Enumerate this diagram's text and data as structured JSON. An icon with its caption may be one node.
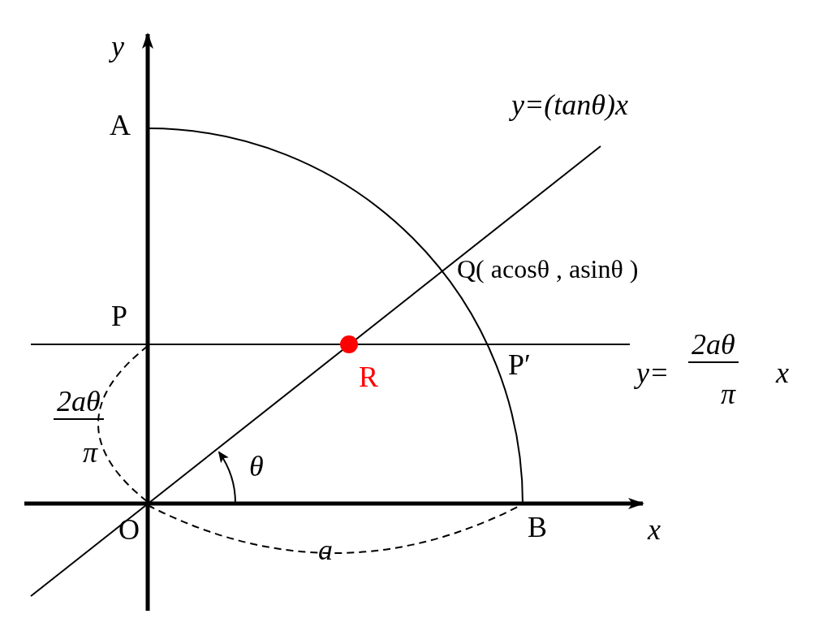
{
  "diagram": {
    "labels": [
      "y",
      "A",
      "y=(tanθ)x",
      "Q( acosθ , asinθ )",
      "P",
      "P′",
      "y=",
      "2aθ",
      "π",
      "x",
      "2aθ",
      "π",
      "R",
      "θ",
      "O",
      "B",
      "x",
      "a"
    ]
  }
}
